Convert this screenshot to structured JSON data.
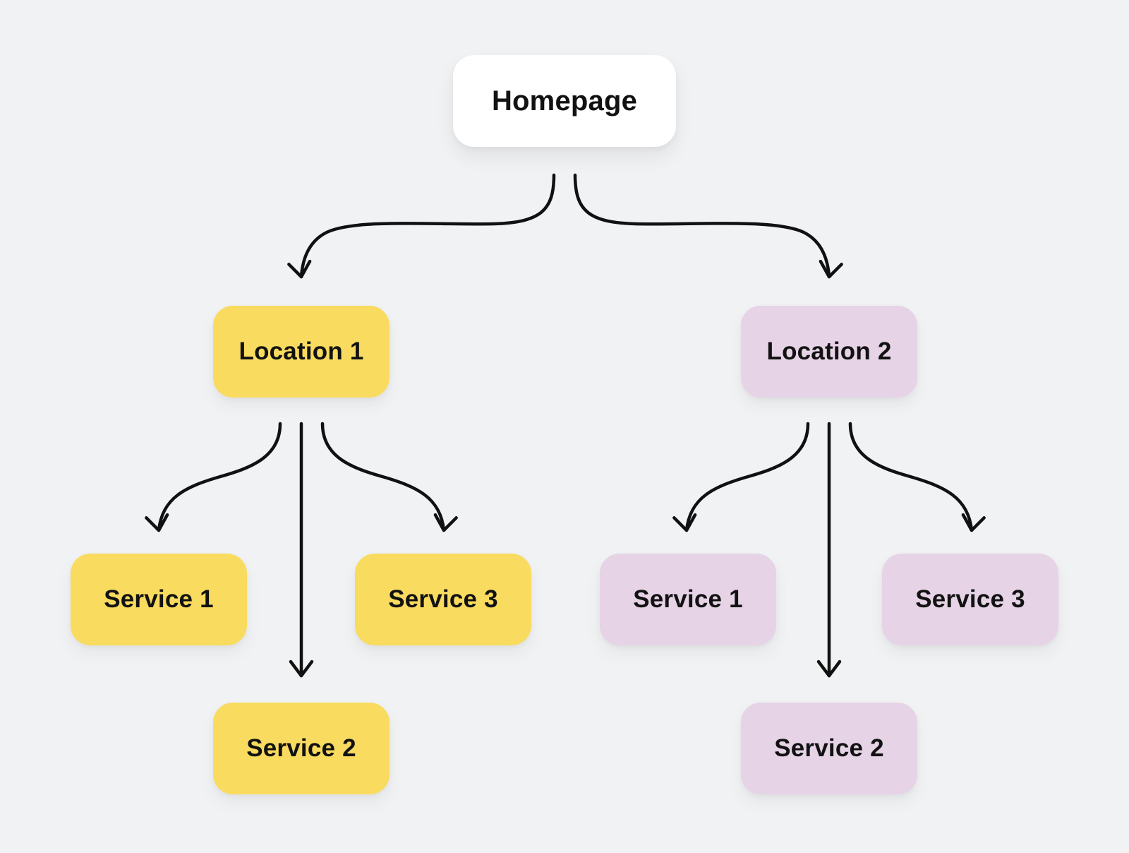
{
  "colors": {
    "background": "#F1F2F4",
    "homepage_fill": "#FFFFFF",
    "location1_fill": "#F9DB5F",
    "location2_fill": "#E6D3E6",
    "connector": "#111111",
    "label_text": "#121212"
  },
  "sitemap": {
    "homepage": {
      "label": "Homepage"
    },
    "locations": [
      {
        "label": "Location 1",
        "services": [
          {
            "label": "Service 1"
          },
          {
            "label": "Service 2"
          },
          {
            "label": "Service 3"
          }
        ]
      },
      {
        "label": "Location 2",
        "services": [
          {
            "label": "Service 1"
          },
          {
            "label": "Service 2"
          },
          {
            "label": "Service 3"
          }
        ]
      }
    ]
  }
}
